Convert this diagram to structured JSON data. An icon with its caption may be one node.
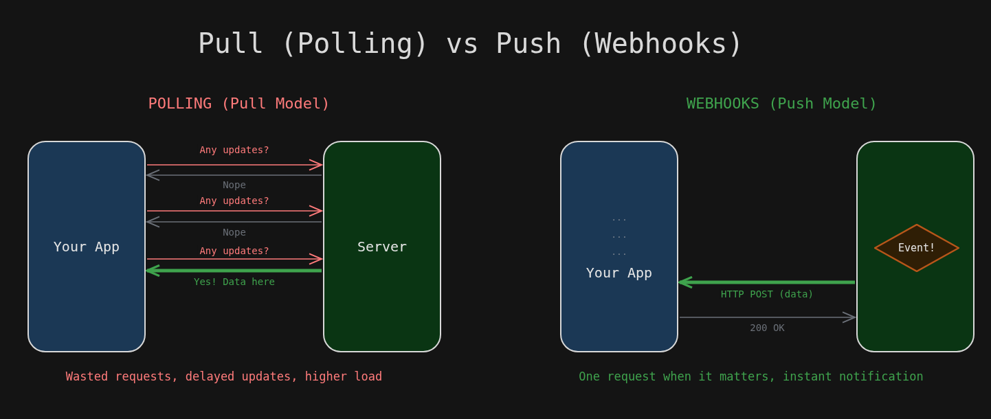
{
  "diagram": {
    "title": "Pull (Polling) vs Push (Webhooks)",
    "nodes": [
      {
        "text": [
          "Your App"
        ]
      },
      {
        "text": [
          "Server"
        ]
      },
      {
        "text": [
          "...",
          "...",
          "...",
          "Your App"
        ]
      },
      {
        "text": [],
        "shape": "box"
      },
      {
        "text": [
          "Event!"
        ],
        "in": 3
      }
    ],
    "edges": [
      {
        "from": 0,
        "to": 1,
        "arrow": "to",
        "label": "Any updates?",
        "color": "#ff7b7b"
      },
      {
        "from": 1,
        "to": 0,
        "arrow": "to",
        "label": "Nope",
        "color": "#6b7078"
      },
      {
        "from": 0,
        "to": 1,
        "arrow": "to",
        "label": "Any updates?",
        "color": "#ff7b7b"
      },
      {
        "from": 1,
        "to": 0,
        "arrow": "to",
        "label": "Nope",
        "color": "#6b7078"
      },
      {
        "from": 0,
        "to": 1,
        "arrow": "to",
        "label": "Any updates?",
        "color": "#ff7b7b"
      },
      {
        "from": 1,
        "to": 0,
        "arrow": "to",
        "label": "Yes! Data here",
        "style": "thick",
        "color": "#3fa34d"
      },
      {
        "from": 3,
        "to": 2,
        "arrow": "to",
        "label": "HTTP POST (data)",
        "style": "thick",
        "color": "#3fa34d"
      },
      {
        "from": 2,
        "to": 3,
        "arrow": "to",
        "label": "200 OK",
        "color": "#6b7078"
      }
    ],
    "labels": [
      "POLLING (Pull Model)",
      "WEBHOOKS (Push Model)",
      "Wasted requests, delayed updates, higher load",
      "One request when it matters, instant notification"
    ]
  }
}
